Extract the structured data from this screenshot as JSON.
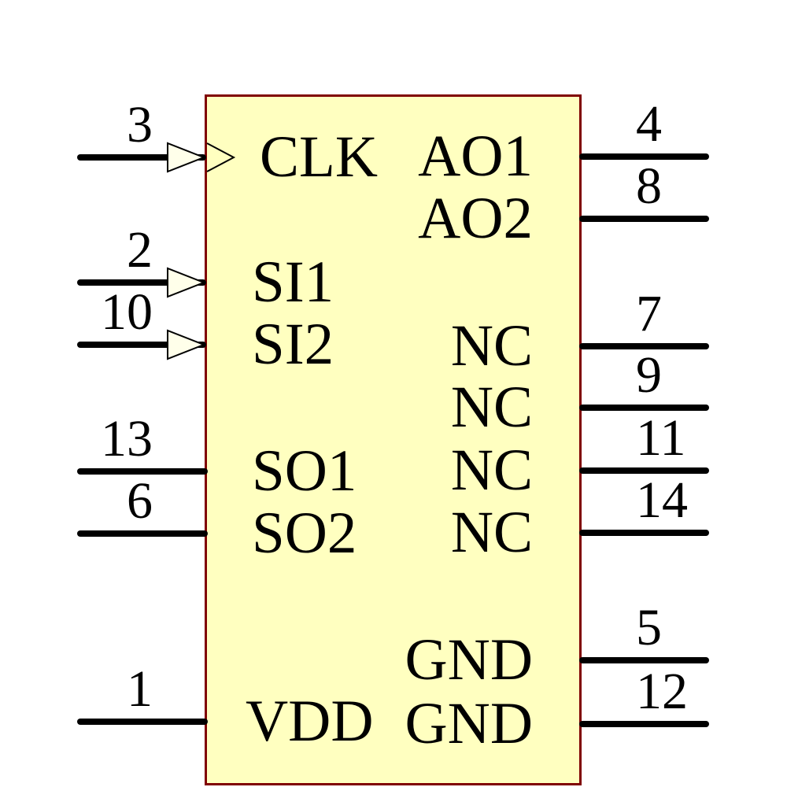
{
  "ic": {
    "body_fill": "#FFFFC0",
    "body_border": "#800000",
    "arrow_fill": "#FFFFEA",
    "wire_color": "#000000",
    "text_color": "#000000",
    "left_pins": [
      {
        "number": "3",
        "label": "CLK",
        "input_arrow": true,
        "clock": true
      },
      {
        "number": "2",
        "label": "SI1",
        "input_arrow": true,
        "clock": false
      },
      {
        "number": "10",
        "label": "SI2",
        "input_arrow": true,
        "clock": false
      },
      {
        "number": "13",
        "label": "SO1",
        "input_arrow": false,
        "clock": false
      },
      {
        "number": "6",
        "label": "SO2",
        "input_arrow": false,
        "clock": false
      },
      {
        "number": "1",
        "label": "VDD",
        "input_arrow": false,
        "clock": false
      }
    ],
    "right_pins": [
      {
        "number": "4",
        "label": "AO1"
      },
      {
        "number": "8",
        "label": "AO2"
      },
      {
        "number": "7",
        "label": "NC"
      },
      {
        "number": "9",
        "label": "NC"
      },
      {
        "number": "11",
        "label": "NC"
      },
      {
        "number": "14",
        "label": "NC"
      },
      {
        "number": "5",
        "label": "GND"
      },
      {
        "number": "12",
        "label": "GND"
      }
    ]
  }
}
